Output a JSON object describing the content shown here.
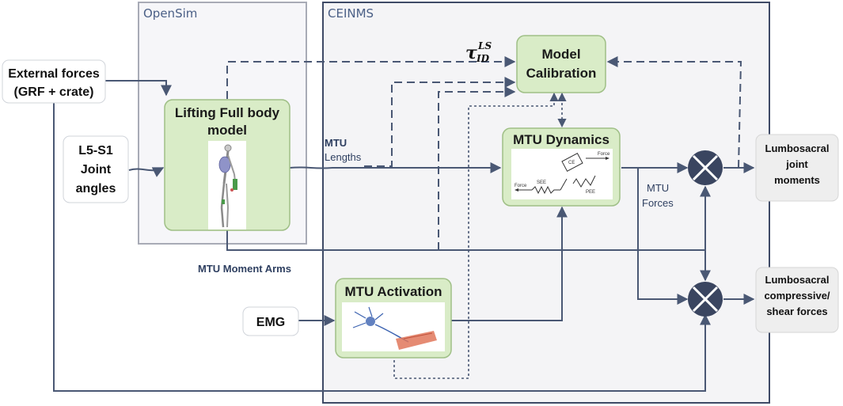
{
  "panels": {
    "opensim": "OpenSim",
    "ceinms": "CEINMS"
  },
  "inputs": {
    "external_forces": [
      "External forces",
      "(GRF + crate)"
    ],
    "l5s1": [
      "L5-S1",
      "Joint",
      "angles"
    ],
    "emg": "EMG"
  },
  "blocks": {
    "lifting_model": [
      "Lifting Full body",
      "model"
    ],
    "model_calibration": [
      "Model",
      "Calibration"
    ],
    "mtu_dynamics": "MTU Dynamics",
    "mtu_activation": "MTU Activation"
  },
  "signals": {
    "tau_main": "τ",
    "tau_sup": "LS",
    "tau_sub": "ID",
    "mtu_lengths": [
      "MTU",
      "Lengths"
    ],
    "mtu_forces": [
      "MTU",
      "Forces"
    ],
    "mtu_moment_arms": "MTU Moment Arms"
  },
  "muscle_model": {
    "ce": "CE",
    "see": "SEE",
    "pee": "PEE",
    "force_left": "Force",
    "force_right": "Force"
  },
  "outputs": {
    "joint_moments": [
      "Lumbosacral",
      "joint",
      "moments"
    ],
    "compressive_shear": [
      "Lumbosacral",
      "compressive/",
      "shear forces"
    ]
  },
  "colors": {
    "block_fill": "#d9ecc7",
    "line": "#4a5874",
    "panel_label": "#4a5f86"
  }
}
